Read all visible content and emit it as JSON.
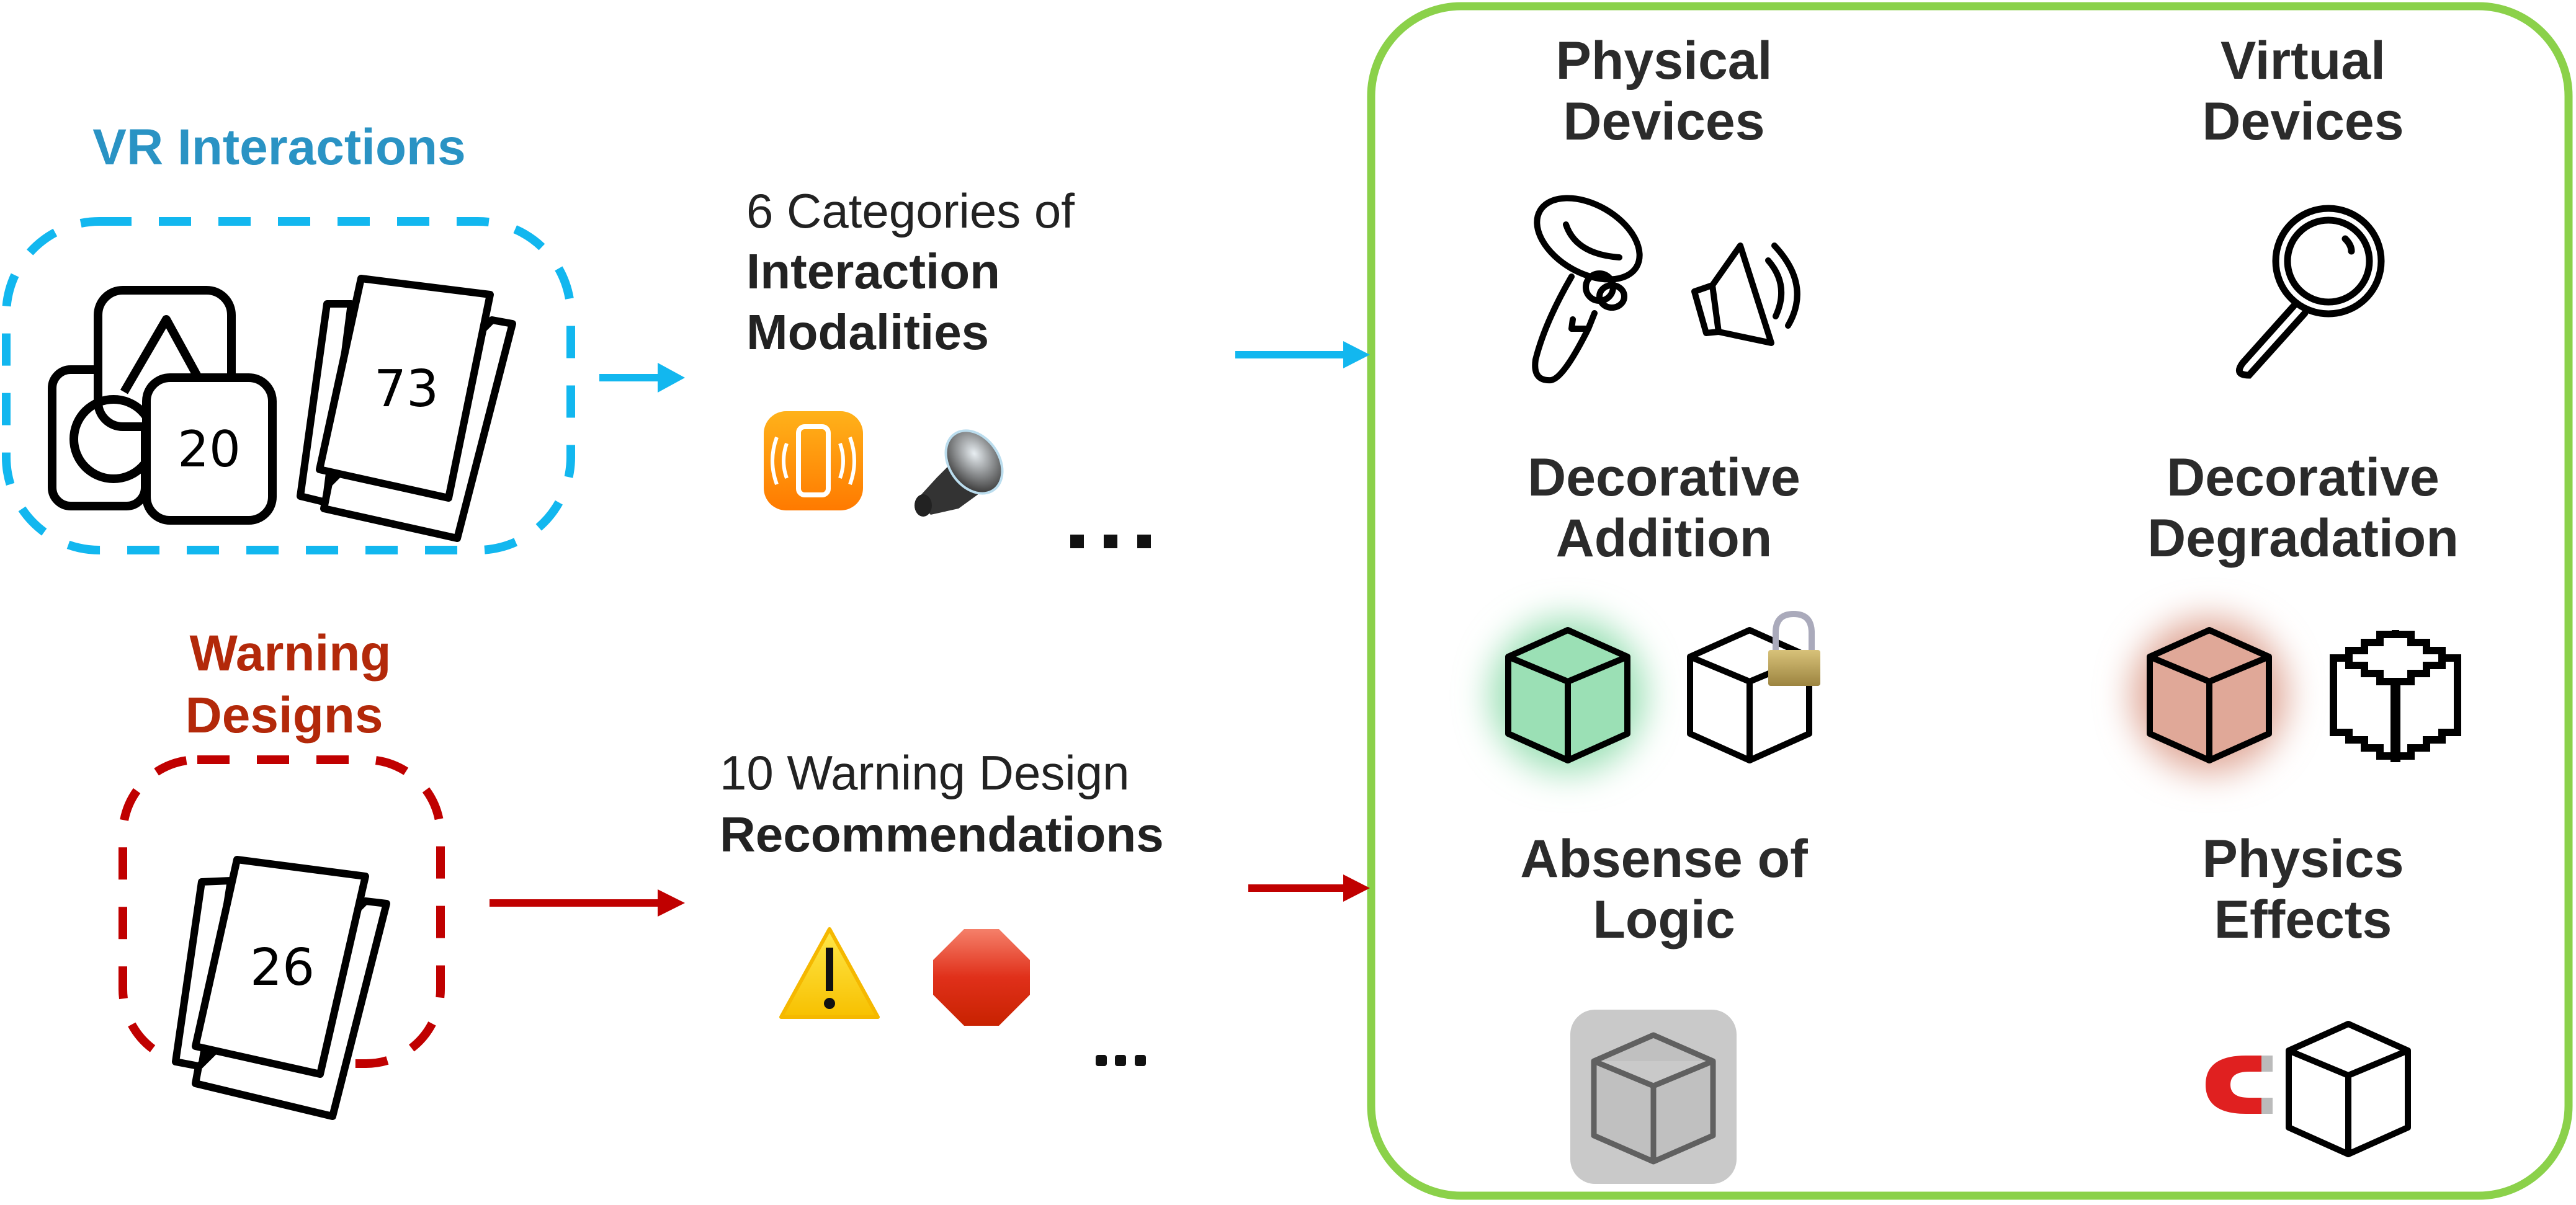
{
  "left": {
    "vr_interactions": {
      "title": "VR Interactions",
      "apps_count": "20",
      "papers_count": "73"
    },
    "warning_designs": {
      "title_line1": "Warning",
      "title_line2": "Designs",
      "papers_count": "26"
    }
  },
  "middle": {
    "modalities": {
      "line1": "6 Categories of",
      "line2": "Interaction",
      "line3": "Modalities",
      "ellipsis": "..."
    },
    "recommendations": {
      "line1": "10 Warning Design",
      "line2": "Recommendations",
      "ellipsis": "..."
    }
  },
  "categories": [
    {
      "line1": "Physical",
      "line2": "Devices"
    },
    {
      "line1": "Virtual",
      "line2": "Devices"
    },
    {
      "line1": "Decorative",
      "line2": "Addition"
    },
    {
      "line1": "Decorative",
      "line2": "Degradation"
    },
    {
      "line1": "Absense of",
      "line2": "Logic"
    },
    {
      "line1": "Physics",
      "line2": "Effects"
    }
  ],
  "colors": {
    "vr_blue_title": "#2a93c4",
    "vr_blue_dash": "#12b7ef",
    "warning_red_title": "#b3290a",
    "warning_red_dash": "#c00000",
    "panel_green": "#8bd14a",
    "addition_glow": "#9be0b5",
    "degradation_glow": "#e0a898"
  }
}
